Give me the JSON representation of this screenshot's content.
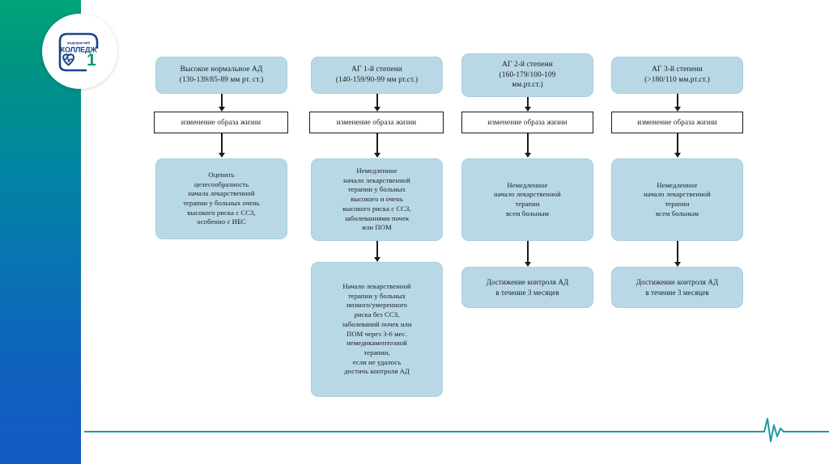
{
  "slide": {
    "background": "#ffffff",
    "accent_green": "#00a37a",
    "accent_blue": "#1359c4",
    "node_fill": "#b9d8e6",
    "node_stroke": "#1b1b1b",
    "ecg_color": "#1a9ba1"
  },
  "logo": {
    "name": "medical-college-logo",
    "line_small": "медицинский",
    "line_main": "КОЛЛЕДЖ",
    "number": "1"
  },
  "flowchart": {
    "type": "diagram",
    "columns": [
      {
        "id": "col-1",
        "header": {
          "lines": [
            "Высокое нормальное АД",
            "(130-139/85-89 мм рт. ст.)"
          ]
        },
        "lifestyle": {
          "lines": [
            "изменение образа жизни"
          ]
        },
        "steps": [
          {
            "id": "col1-step1",
            "lines": [
              "Оценить",
              "целесообразность",
              "начала лекарственной",
              "терапии у больных очень",
              "высокого риска с ССЗ,",
              "особенно с ИБС"
            ]
          }
        ]
      },
      {
        "id": "col-2",
        "header": {
          "lines": [
            "АГ 1-й степени",
            "(140-159/90-99 мм рт.ст.)"
          ]
        },
        "lifestyle": {
          "lines": [
            "изменение образа жизни"
          ]
        },
        "steps": [
          {
            "id": "col2-step1",
            "lines": [
              "Немедленное",
              "начало лекарственной",
              "терапии у больных",
              "высокого и очень",
              "высокого риска с ССЗ,",
              "заболеваниями почек",
              "или ПОМ"
            ]
          },
          {
            "id": "col2-step2",
            "lines": [
              "Начало лекарственной",
              "терапии у больных",
              "низкого/умеренного",
              "риска без ССЗ,",
              "заболеваний почек или",
              "ПОМ через 3-6 мес.",
              "немедикаментозной",
              "терапии,",
              "если не удалось",
              "достичь контроля АД"
            ]
          }
        ]
      },
      {
        "id": "col-3",
        "header": {
          "lines": [
            "АГ 2-й степени",
            "(160-179/100-109",
            "мм.рт.ст.)"
          ]
        },
        "lifestyle": {
          "lines": [
            "изменение образа жизни"
          ]
        },
        "steps": [
          {
            "id": "col3-step1",
            "lines": [
              "Немедленное",
              "начало лекарственной",
              "терапии",
              "всем больным"
            ]
          },
          {
            "id": "col3-step2",
            "lines": [
              "Достижение контроля АД",
              "в течение 3 месяцев"
            ]
          }
        ]
      },
      {
        "id": "col-4",
        "header": {
          "lines": [
            "АГ 3-й степени",
            "(>180/110 мм.рт.ст.)"
          ]
        },
        "lifestyle": {
          "lines": [
            "изменение образа жизни"
          ]
        },
        "steps": [
          {
            "id": "col4-step1",
            "lines": [
              "Немедленное",
              "начало лекарственной",
              "терапии",
              "всем больным"
            ]
          },
          {
            "id": "col4-step2",
            "lines": [
              "Достижение контроля АД",
              "в течение 3 месяцев"
            ]
          }
        ]
      }
    ]
  }
}
